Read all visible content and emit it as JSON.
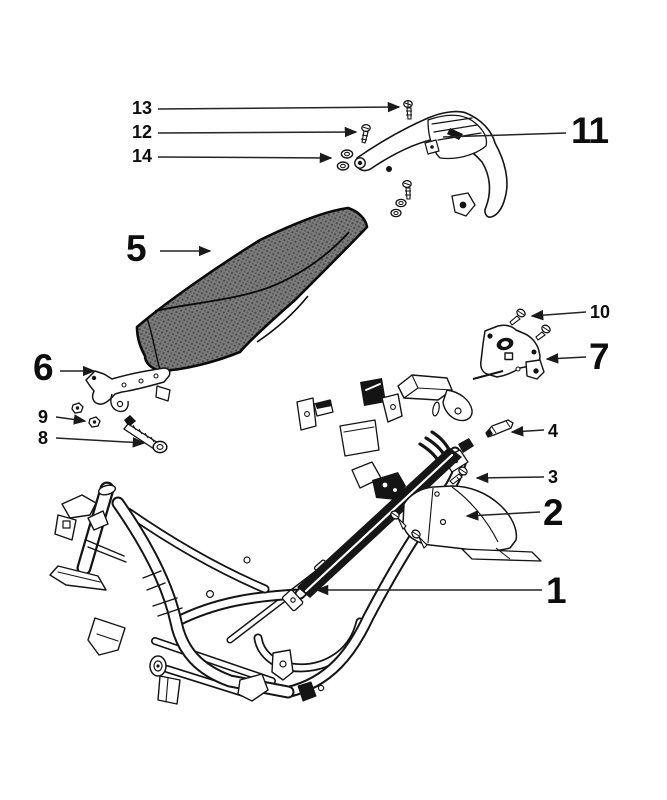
{
  "diagram": {
    "kind": "exploded-parts-diagram",
    "background_color": "#ffffff",
    "line_color": "#141414",
    "seat_fill_color": "#7c7c7c",
    "callouts": {
      "p1": {
        "label": "1"
      },
      "p2": {
        "label": "2"
      },
      "p3": {
        "label": "3"
      },
      "p4": {
        "label": "4"
      },
      "p5": {
        "label": "5"
      },
      "p6": {
        "label": "6"
      },
      "p7": {
        "label": "7"
      },
      "p8": {
        "label": "8"
      },
      "p9": {
        "label": "9"
      },
      "p10": {
        "label": "10"
      },
      "p11": {
        "label": "11"
      },
      "p12": {
        "label": "12"
      },
      "p13": {
        "label": "13"
      },
      "p14": {
        "label": "14"
      }
    }
  }
}
